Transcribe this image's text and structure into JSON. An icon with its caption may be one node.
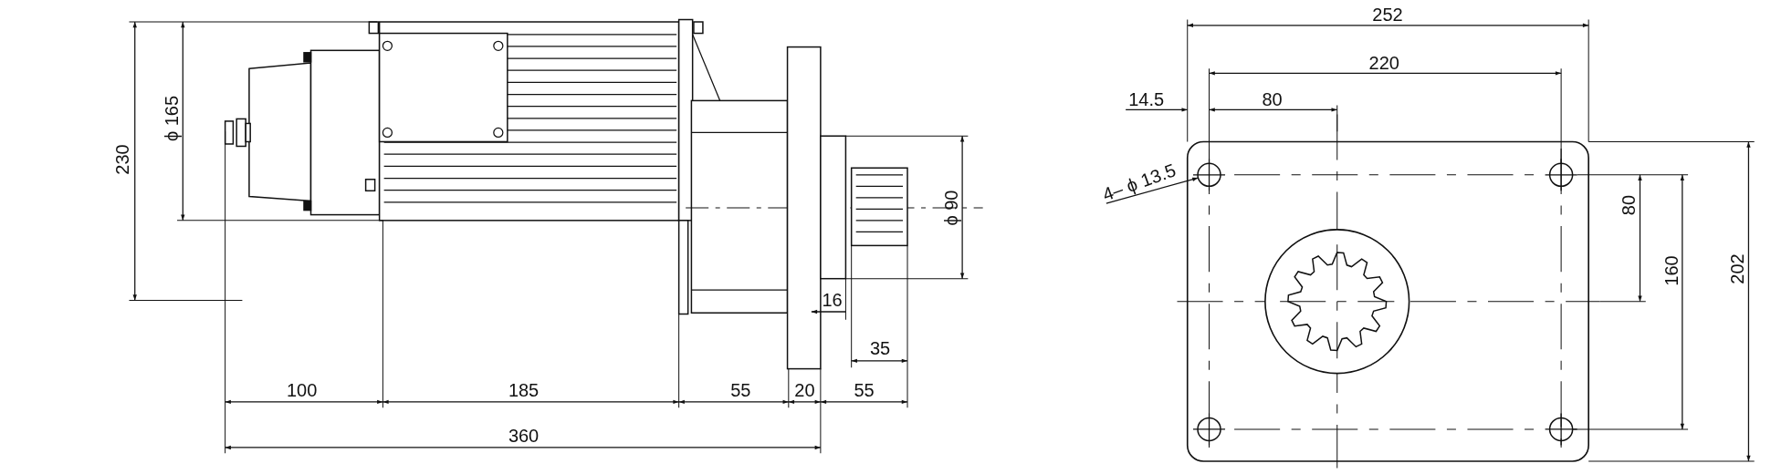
{
  "diagram": {
    "nodes": [
      {
        "text": [
          "4– ϕ 13.5"
        ]
      },
      {
        "text": [],
        "shape": "circle"
      }
    ],
    "edges": [
      {
        "from": 0,
        "to": 1,
        "arrow": "to"
      }
    ],
    "labels": [
      "230",
      "ϕ 165",
      "ϕ 90",
      "16",
      "35",
      "100",
      "185",
      "55",
      "20",
      "55",
      "360",
      "252",
      "220",
      "14.5",
      "80",
      "80",
      "160",
      "202"
    ]
  }
}
